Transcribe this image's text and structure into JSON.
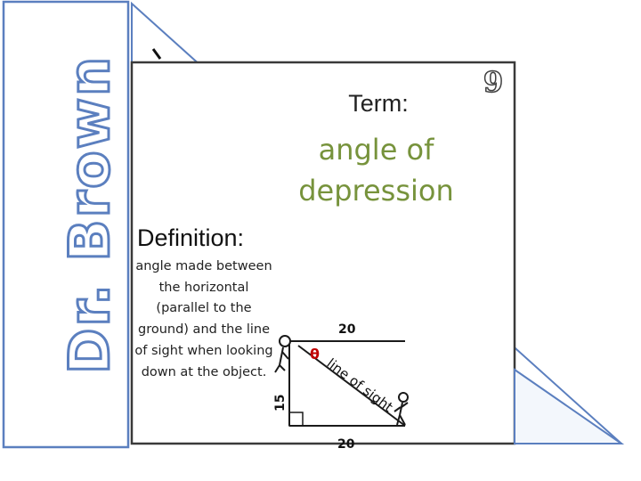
{
  "side_title": "Dr. Brown",
  "card_number": "9",
  "term": {
    "label": "Term:",
    "word": "angle of depression"
  },
  "definition": {
    "label": "Definition:",
    "text": "angle made between the horizontal (parallel to the ground) and the line of sight when looking down at the object."
  },
  "figure": {
    "horizontal_length": "20",
    "ground_length": "20",
    "height": "15",
    "angle_symbol": "θ",
    "sight_line_label": "line of sight"
  },
  "colors": {
    "border_blue": "#5b7fbf",
    "card_border": "#3a3a3a",
    "term_green": "#77933c",
    "angle_red": "#c00000"
  }
}
